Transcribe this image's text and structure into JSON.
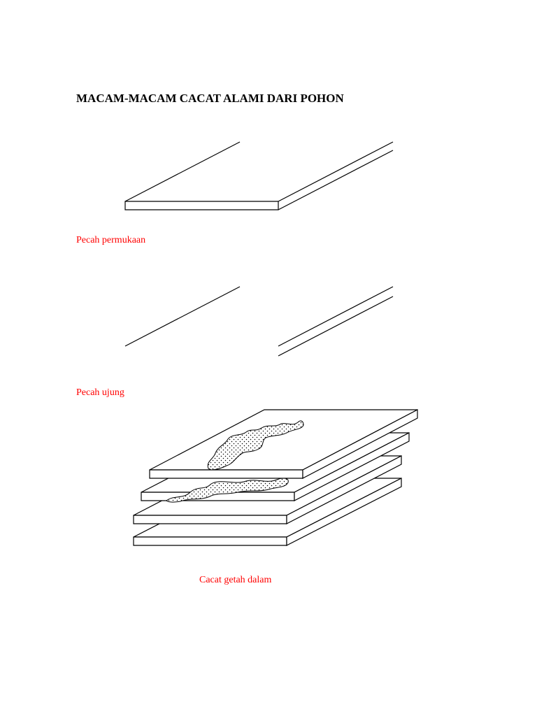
{
  "document": {
    "title": "MACAM-MACAM CACAT ALAMI DARI POHON",
    "figures": [
      {
        "id": "surface-crack",
        "caption": "Pecah permukaan"
      },
      {
        "id": "end-crack",
        "caption": "Pecah ujung"
      },
      {
        "id": "resin-pocket",
        "caption": "Cacat getah dalam"
      }
    ],
    "colors": {
      "text": "#000000",
      "caption": "#ff0000",
      "background": "#ffffff"
    }
  }
}
